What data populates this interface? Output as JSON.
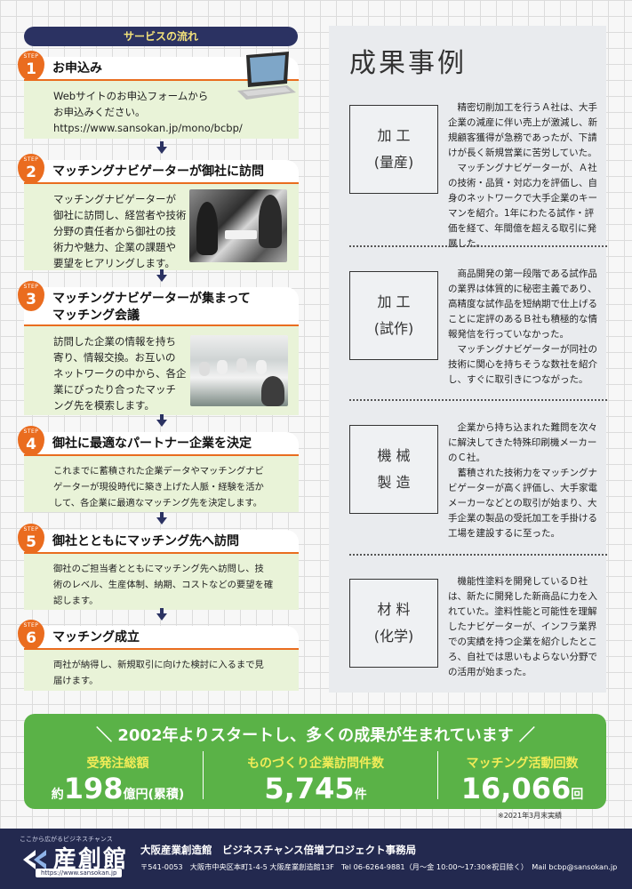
{
  "flow": {
    "header": "サービスの流れ",
    "step_label": "STEP",
    "steps": [
      {
        "num": "1",
        "title": "お申込み",
        "body": "Webサイトのお申込フォームから\nお申込みください。\nhttps://www.sansokan.jp/mono/bcbp/"
      },
      {
        "num": "2",
        "title": "マッチングナビゲーターが御社に訪問",
        "body": "マッチングナビゲーターが\n御社に訪問し、経営者や技術\n分野の責任者から御社の技\n術力や魅力、企業の課題や\n要望をヒアリングします。"
      },
      {
        "num": "3",
        "title": "マッチングナビゲーターが集まって\nマッチング会議",
        "body": "訪問した企業の情報を持ち\n寄り、情報交換。お互いの\nネットワークの中から、各企\n業にぴったり合ったマッチ\nング先を模索します。"
      },
      {
        "num": "4",
        "title": "御社に最適なパートナー企業を決定",
        "body": "これまでに蓄積された企業データやマッチングナビ\nゲーターが現役時代に築き上げた人脈・経験を活か\nして、各企業に最適なマッチング先を決定します。"
      },
      {
        "num": "5",
        "title": "御社とともにマッチング先へ訪問",
        "body": "御社のご担当者とともにマッチング先へ訪問し、技\n術のレベル、生産体制、納期、コストなどの要望を確\n認します。"
      },
      {
        "num": "6",
        "title": "マッチング成立",
        "body": "両社が納得し、新規取引に向けた検討に入るまで見\n届けます。"
      }
    ]
  },
  "results": {
    "title": "成果事例",
    "cases": [
      {
        "label1": "加 工",
        "label2": "(量産)",
        "paras": [
          "精密切削加工を行うＡ社は、大手企業の減産に伴い売上が激減し、新規顧客獲得が急務であったが、下請けが長く新規営業に苦労していた。",
          "マッチングナビゲーターが、Ａ社の技術・品質・対応力を評価し、自身のネットワークで大手企業のキーマンを紹介。1年にわたる試作・評価を経て、年間億を超える取引に発展した。"
        ]
      },
      {
        "label1": "加 工",
        "label2": "(試作)",
        "paras": [
          "商品開発の第一段階である試作品の業界は体質的に秘密主義であり、高精度な試作品を短納期で仕上げることに定評のあるＢ社も積極的な情報発信を行っていなかった。",
          "マッチングナビゲーターが同社の技術に関心を持ちそうな数社を紹介し、すぐに取引きにつながった。"
        ]
      },
      {
        "label1": "機 械",
        "label2": "製 造",
        "paras": [
          "企業から持ち込まれた難問を次々に解決してきた特殊印刷機メーカーのＣ社。",
          "蓄積された技術力をマッチングナビゲーターが高く評価し、大手家電メーカーなどとの取引が始まり、大手企業の製品の受託加工を手掛ける工場を建設するに至った。"
        ]
      },
      {
        "label1": "材 料",
        "label2": "(化学)",
        "paras": [
          "機能性塗料を開発しているＤ社は、新たに開発した新商品に力を入れていた。塗料性能と可能性を理解したナビゲーターが、インフラ業界での実績を持つ企業を紹介したところ、自社では思いもよらない分野での活用が始まった。"
        ]
      }
    ]
  },
  "banner": {
    "headline": "2002年よりスタートし、多くの成果が生まれています",
    "stats": [
      {
        "label": "受発注総額",
        "prefix": "約",
        "value": "198",
        "unit": "億円(累積)"
      },
      {
        "label": "ものづくり企業訪問件数",
        "prefix": "",
        "value": "5,745",
        "unit": "件"
      },
      {
        "label": "マッチング活動回数",
        "prefix": "",
        "value": "16,066",
        "unit": "回"
      }
    ],
    "note": "※2021年3月末実績"
  },
  "footer": {
    "tagline": "ここから広がるビジネスチャンス",
    "logo": "産創館",
    "url": "https://www.sansokan.jp",
    "title": "大阪産業創造館　ビジネスチャンス倍増プロジェクト事務局",
    "address": "〒541-0053　大阪市中央区本町1-4-5 大阪産業創造館13F　Tel 06-6264-9881（月～金 10:00～17:30※祝日除く）　Mail bcbp@sansokan.jp"
  },
  "colors": {
    "navy": "#2b3262",
    "orange": "#ea6c1f",
    "green": "#5ab247",
    "step_bg": "#e9f3d8"
  }
}
